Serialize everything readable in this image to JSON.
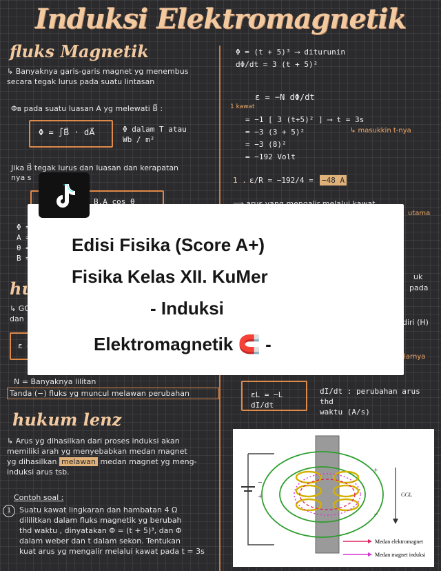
{
  "title": "Induksi Elektromagnetik",
  "left": {
    "fluks_heading": "fluks Magnetik",
    "fluks_def": "↳ Banyaknya garis-garis magnet yg menembus\n   secara tegak lurus pada suatu lintasan",
    "phi_line": "Φʙ pada suatu luasan A yg melewati B⃗ :",
    "phi_formula": "Φ = ∫B⃗ · dA⃗",
    "phi_unit": "Φ dalam T atau\nWb / m²",
    "jika_line": "Jika B⃗ tegak lurus dan luasan dan kerapatan",
    "jika_line2": "nya s",
    "ba_formula": "B.A cos θ",
    "vars": "Φ =\nA =\nθ =\nB =",
    "hukum_heading_partial": "huku",
    "ggl_partial": "↳ GGL\n  dan",
    "eps_partial": "ε =",
    "n_line": "N = Banyaknya lilitan",
    "tanda_line": "Tanda (−) fluks yg muncul melawan perubahan",
    "lenz_heading": "hukum lenz",
    "lenz_text_1": "↳ Arus yg dihasilkan dari proses induksi akan\n  memiliki arah yg menyebabkan medan magnet\n  yg dihasilkan",
    "lenz_highlight": "melawan",
    "lenz_text_2": "medan magnet yg meng-\n  induksi arus tsb.",
    "contoh_heading": "Contoh soal :",
    "contoh_num": "1",
    "contoh_text": "Suatu kawat lingkaran dan hambatan 4 Ω\ndililitkan dalam fluks magnetik yg berubah\nthd waktu , dinyatakan Φ = (t + 5)³, dan Φ\ndalam weber dan t dalam sekon. Tentukan\nkuat arus yg mengalir melalui kawat pada t = 3s"
  },
  "right": {
    "phi_eq": "Φ = (t + 5)³  ⟶  diturunin",
    "dphi_dt": "dΦ/dt = 3 (t + 5)²",
    "eps_eq": "ε = −N dΦ/dt",
    "kawat_note": "1 kawat",
    "step1": "= −1 [ 3 (t+5)² ]  ⟶  t = 3s",
    "step2": "= −3 (3 + 5)²",
    "masukkin_note": "↳ masukkin t-nya",
    "step3": "= −3 (8)²",
    "step4": "= −192 Volt",
    "current_num": "1 .",
    "current_eq": "ε/R = −192/4 =",
    "current_result": "−48 A",
    "arus_line": "⟹ arus yang mengalir melalui kawat",
    "utama_partial": "utama",
    "uk_partial": "uk",
    "pada_partial": "pada",
    "diri_partial": "diri (H)",
    "elarnya_partial": "elarnya",
    "el_formula": "εL = −L dI/dt",
    "el_desc": "dI/dt : perubahan arus thd\n        waktu (A/s)"
  },
  "overlay": {
    "line1": "Edisi Fisika (Score A+)",
    "line2": "Fisika Kelas XII. KuMer",
    "line3": "- Induksi",
    "line4": "Elektromagnetik 🧲 -"
  },
  "figure": {
    "ggl_label": "GGL",
    "plus": "+",
    "minus": "−",
    "legend_1": "Medan elektromagnet",
    "legend_2": "Medan magnet induksi",
    "color_1": "#e0245e",
    "color_2": "#d633d6"
  },
  "colors": {
    "accent": "#e08a4a",
    "heading": "#f3c9a0",
    "highlight": "#e0b27a"
  }
}
